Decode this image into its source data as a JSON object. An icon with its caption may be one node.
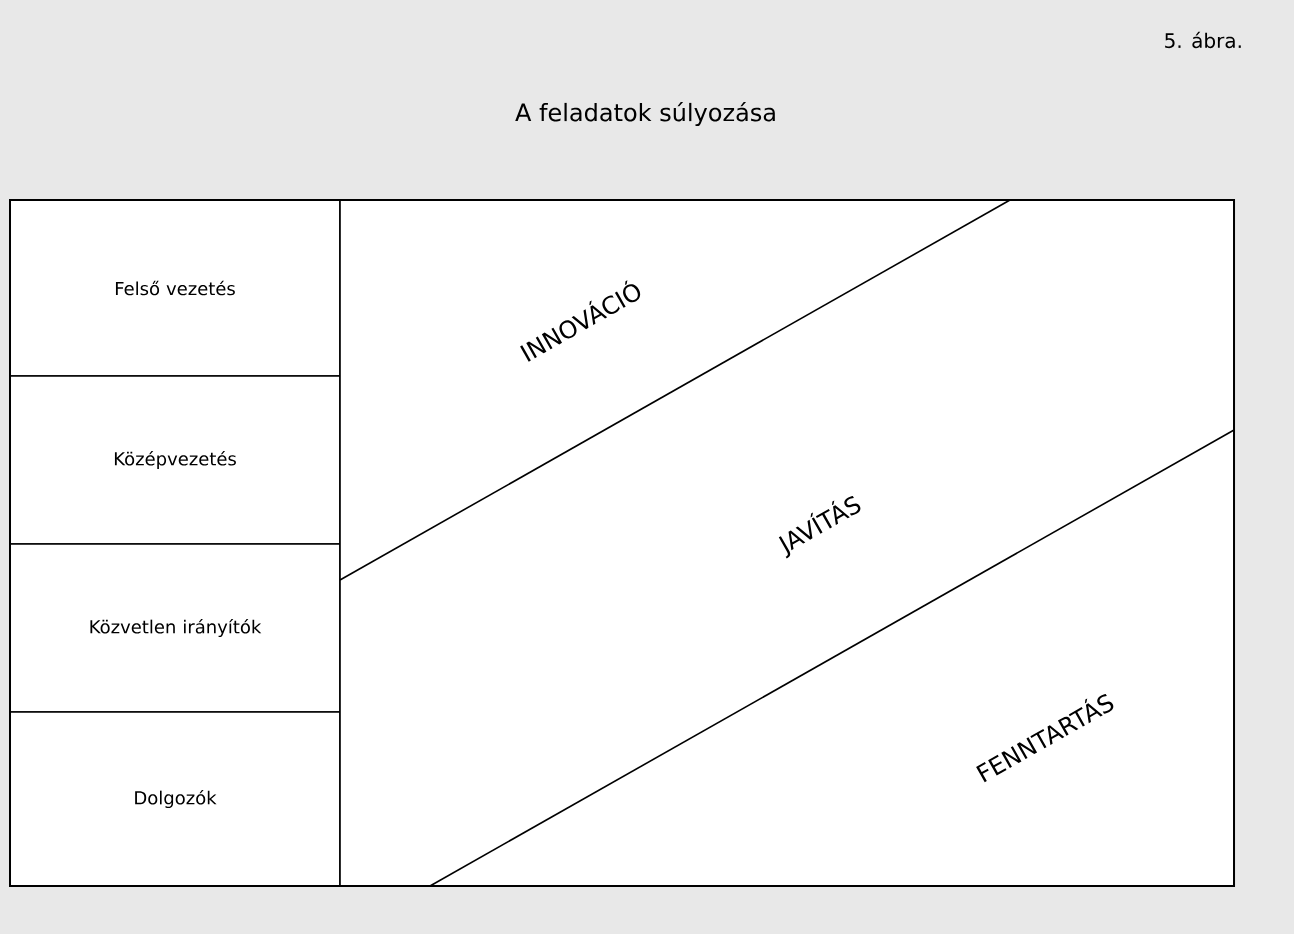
{
  "diagram": {
    "title": "A feladatok súlyozása",
    "nodes": [
      {
        "text": [
          "Felső vezetés"
        ]
      },
      {
        "text": [
          "Középvezetés"
        ]
      },
      {
        "text": [
          "Közvetlen irányítók"
        ]
      },
      {
        "text": [
          "Dolgozók"
        ]
      },
      {
        "text": [
          "INNOVÁCIÓ"
        ]
      },
      {
        "text": [
          "JAVÍTÁS"
        ]
      },
      {
        "text": [
          "FENNTARTÁS"
        ]
      }
    ],
    "labels": [
      "5. ábra."
    ]
  }
}
